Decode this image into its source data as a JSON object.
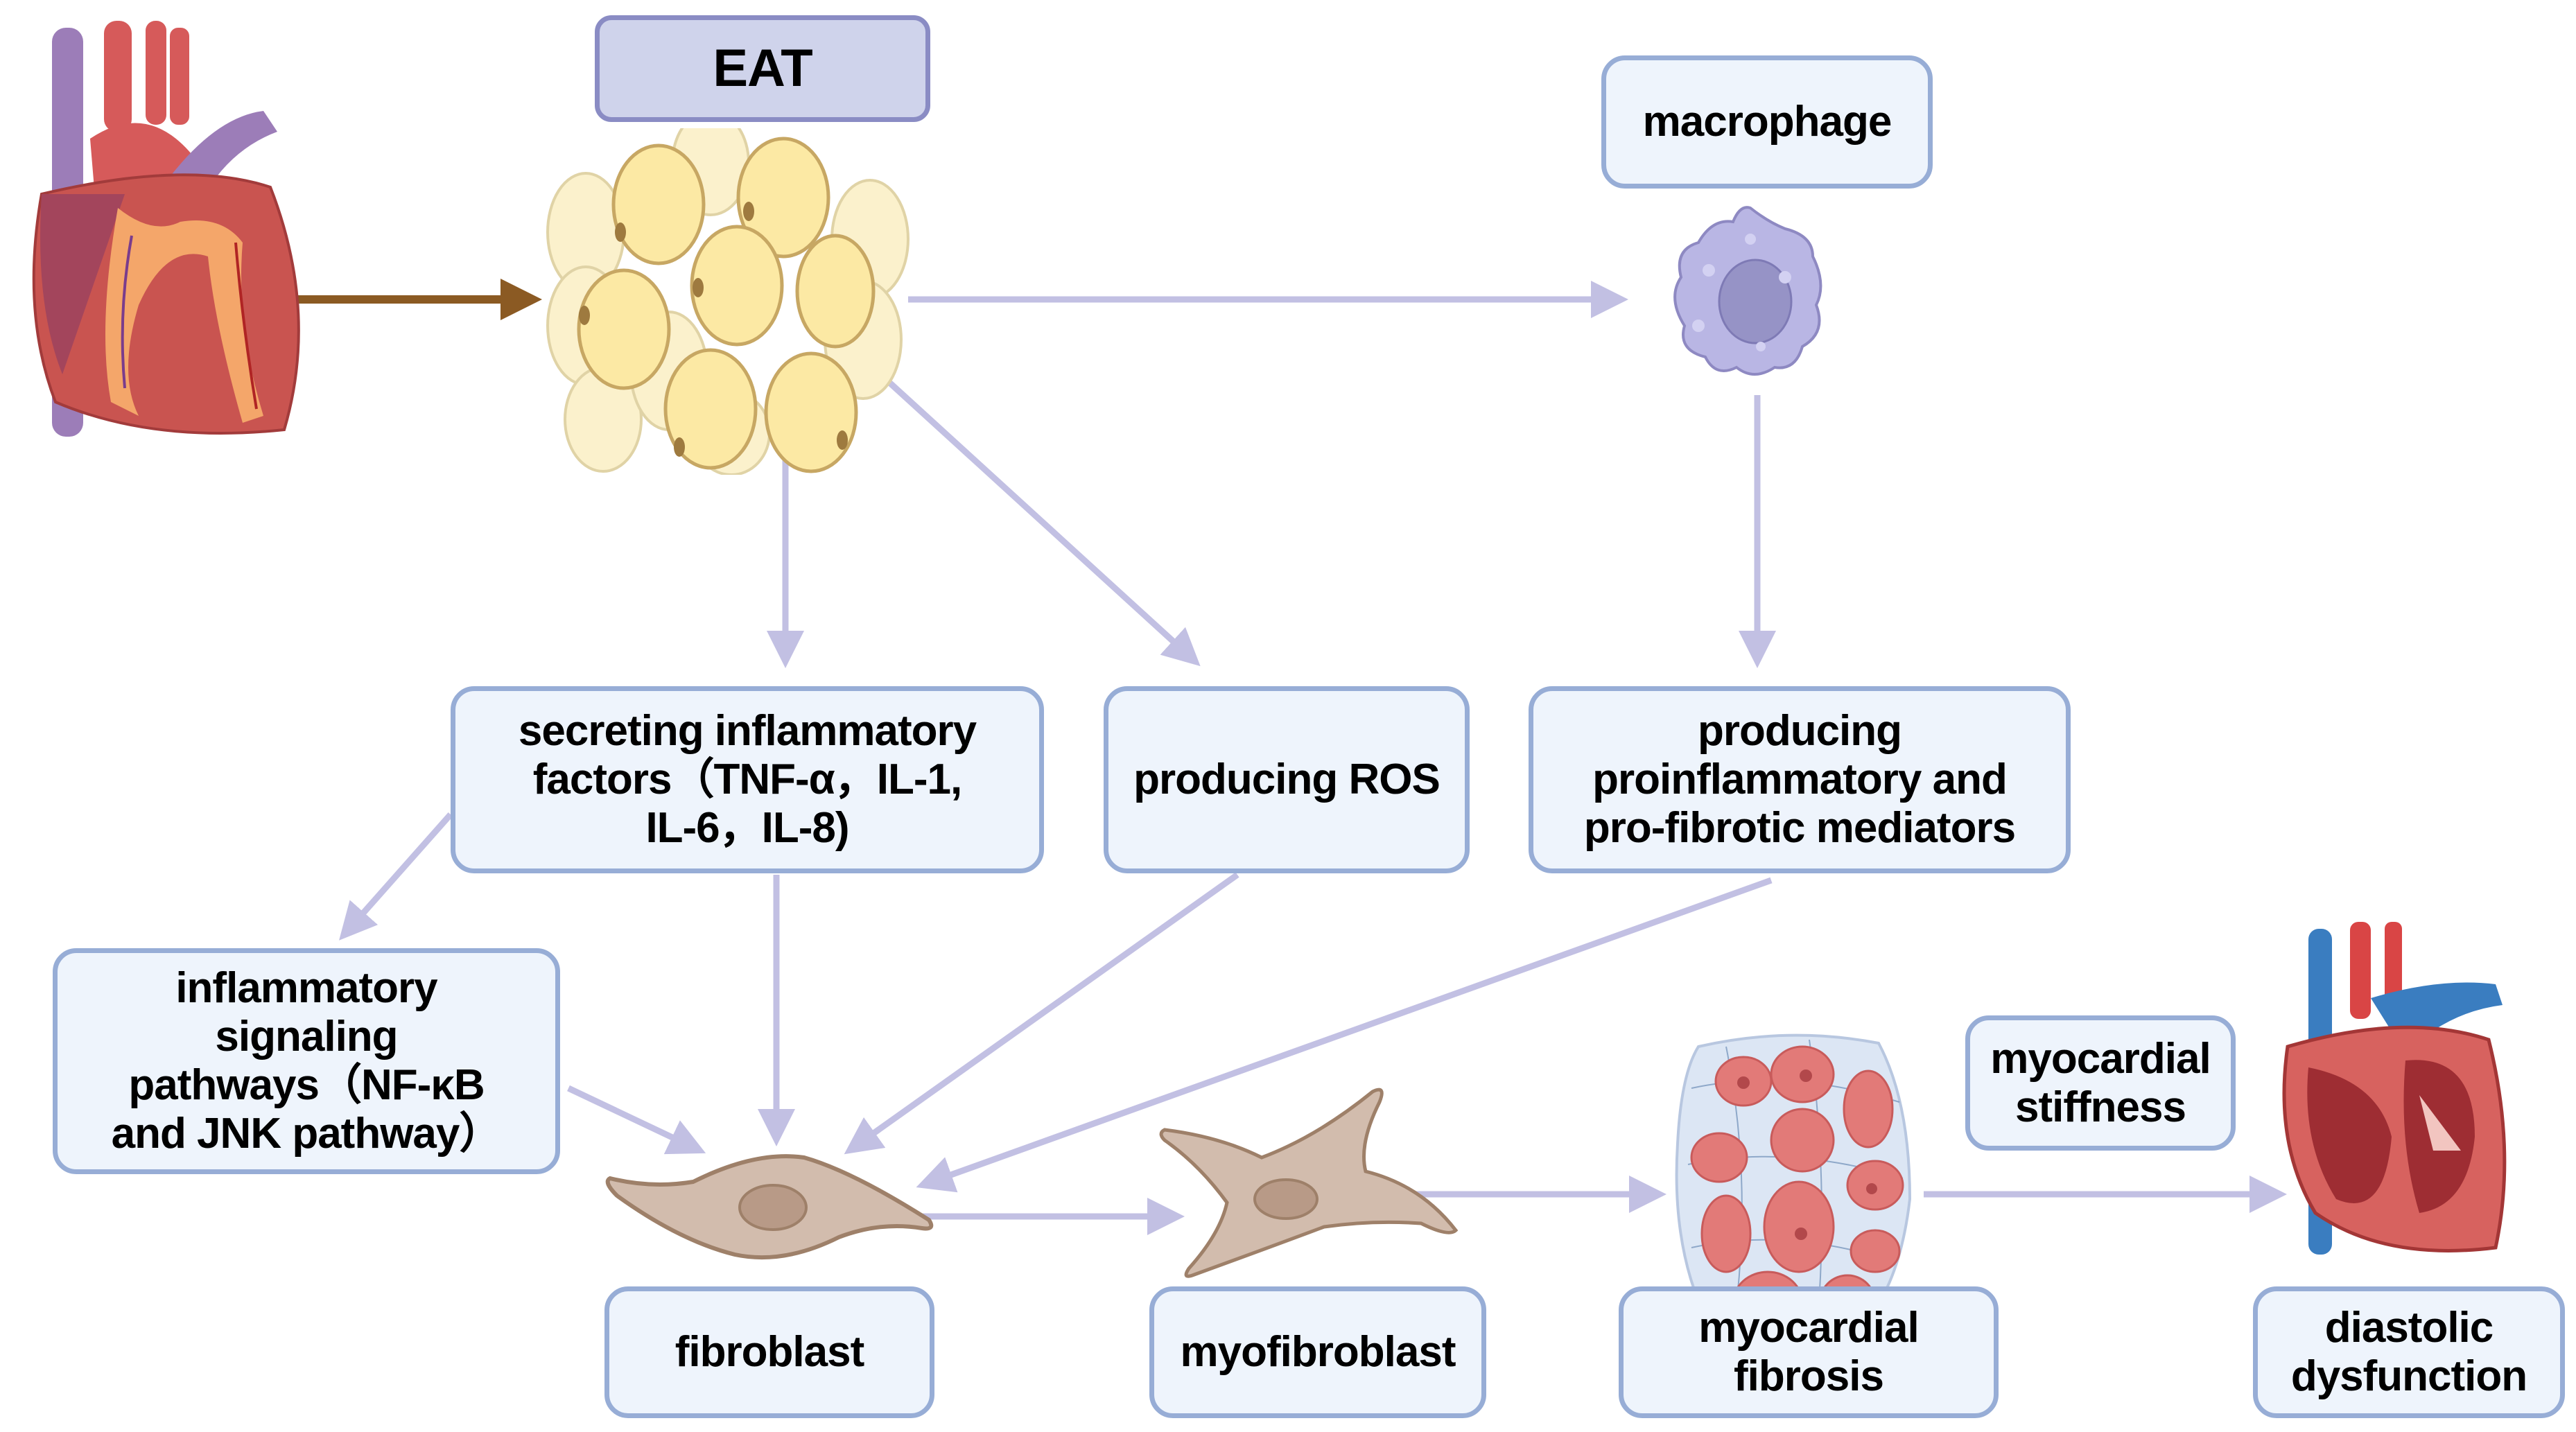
{
  "title": "EAT-mediated myocardial fibrosis and diastolic dysfunction",
  "colors": {
    "box_fill": "#EEF4FC",
    "box_border": "#97ADD6",
    "eat_fill": "#CFD3EB",
    "eat_border": "#8A8CC4",
    "arrow": "#C2C0E3",
    "heart_arrow": "#8B5A23"
  },
  "nodes": {
    "eat": "EAT",
    "macrophage": "macrophage",
    "secreting": "secreting inflammatory\nfactors（TNF-α，IL-1,\nIL-6，IL-8)",
    "ros": "producing ROS",
    "mediators": "producing\nproinflammatory and\npro-fibrotic mediators",
    "pathways": "inflammatory\nsignaling\npathways（NF-κB\nand JNK pathway）",
    "fibroblast": "fibroblast",
    "myofibroblast": "myofibroblast",
    "fibrosis": "myocardial\nfibrosis",
    "stiffness": "myocardial\nstiffness",
    "diastolic": "diastolic\ndysfunction"
  },
  "illustrations": {
    "heart_left": "heart-with-epicardial-fat-icon",
    "adipocytes": "adipocyte-cluster-icon",
    "macrophage": "macrophage-cell-icon",
    "fibroblast": "fibroblast-cell-icon",
    "myofibroblast": "myofibroblast-cell-icon",
    "fibrosis": "fibrotic-tissue-icon",
    "heart_right": "heart-cross-section-icon"
  }
}
